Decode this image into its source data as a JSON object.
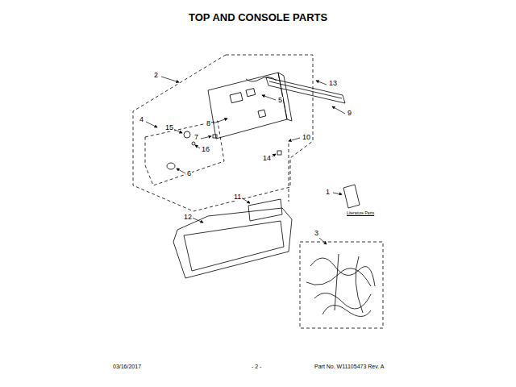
{
  "diagram": {
    "title": "TOP AND CONSOLE PARTS",
    "labels": [
      "2",
      "13",
      "5",
      "9",
      "8",
      "4",
      "15",
      "7",
      "10",
      "16",
      "14",
      "6",
      "1",
      "11",
      "12",
      "3",
      "Literature Parts",
      "03/16/2017",
      "- 2 -",
      "Part No. W11105473 Rev. A"
    ]
  }
}
